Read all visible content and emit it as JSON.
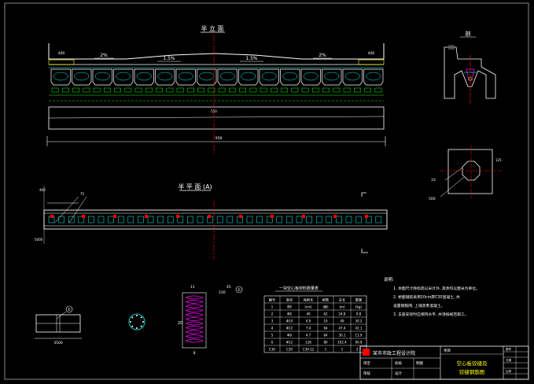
{
  "colors": {
    "background": "#000000",
    "primary": "#ffffff",
    "cyan": "#00ffff",
    "green": "#00ff00",
    "yellow": "#ffff00",
    "red": "#ff0000",
    "magenta": "#ff00ff"
  },
  "elevation": {
    "title": "半 立 面",
    "slopes": [
      "2%",
      "1.5%",
      "1.5%",
      "2%"
    ],
    "dims": [
      "400",
      "400",
      "550",
      "958"
    ]
  },
  "section_mark": {
    "label": "剖",
    "callout": "①"
  },
  "hole_detail": {
    "dims": [
      "33",
      "500"
    ]
  },
  "plan": {
    "title": "半 平 面 (A)",
    "dims": [
      "400",
      "75",
      "5000"
    ]
  },
  "spring": {
    "dims": [
      "45",
      "230",
      "11",
      "20",
      "8"
    ],
    "callout": "①"
  },
  "rebar": {
    "dim": "3500",
    "callout": "①"
  },
  "table": {
    "title": "一块空心板材料数量表",
    "headers": [
      "编号",
      "直径",
      "每根长",
      "根数",
      "总长",
      "重量"
    ],
    "rows": [
      [
        "1",
        "Φ8",
        "(cm)",
        "(根)",
        "(m)",
        "(kg)"
      ],
      [
        "2",
        "Φ8",
        "40",
        "62",
        "24.8",
        "9.8"
      ],
      [
        "3",
        "Φ10",
        "4.9",
        "10",
        "49",
        "30.2"
      ],
      [
        "4",
        "Φ12",
        "7.4",
        "64",
        "47.4",
        "42.1"
      ],
      [
        "5",
        "Φ8",
        "4.7",
        "64",
        "30.1",
        "11.9"
      ],
      [
        "6",
        "Φ12",
        "128",
        "80",
        "102.4",
        "90.9"
      ],
      [
        "C30",
        "C30",
        "C30-12",
        "1",
        "1",
        "2.7"
      ]
    ]
  },
  "notes": {
    "title": "说明:",
    "lines": [
      "1. 本图尺寸除标高以米计外, 其余均以厘米为单位。",
      "2. 桥面铺装采用10cm厚C30混凝土, 并",
      "   设置钢筋网, 上铺沥青混凝土。",
      "3. 支座安装时应保持水平, 并须按规范施工。"
    ]
  },
  "title_block": {
    "company": "某市市政工程设计院",
    "drawing_title": "空心板铰缝及",
    "drawing_subtitle": "铰缝钢筋图",
    "cells": [
      "审定",
      "审核",
      "校核",
      "设计",
      "制图",
      "项目",
      "图号",
      "日期",
      "比例"
    ]
  }
}
